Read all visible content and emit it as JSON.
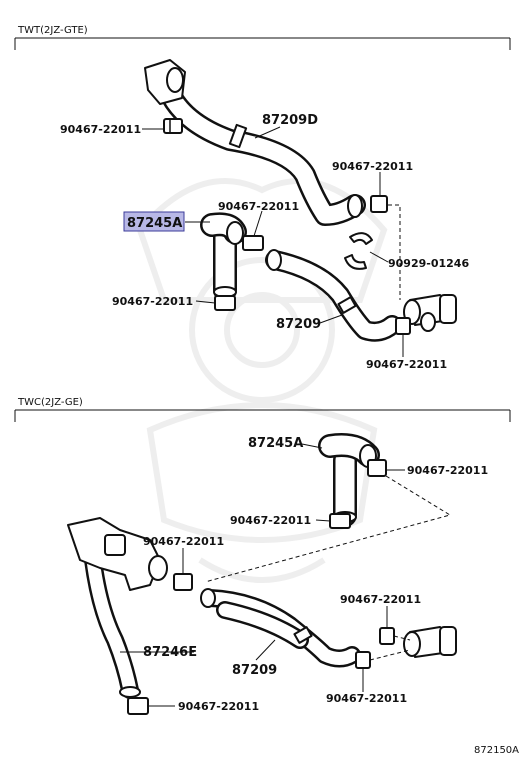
{
  "sections": {
    "top_title": "TWT(2JZ-GTE)",
    "bottom_title": "TWC(2JZ-GE)"
  },
  "labels": {
    "top_87209D": "87209D",
    "top_87245A": "87245A",
    "top_87209": "87209",
    "top_clamp_left": "90467-22011",
    "top_clamp_upper_right": "90467-22011",
    "top_clamp_mid": "90467-22011",
    "top_clamp_lower_left": "90467-22011",
    "top_clamp_lower_right": "90467-22011",
    "top_clip": "90929-01246",
    "bot_87245A": "87245A",
    "bot_87246E": "87246E",
    "bot_87209": "87209",
    "bot_clamp_upper_right": "90467-22011",
    "bot_clamp_mid": "90467-22011",
    "bot_clamp_left": "90467-22011",
    "bot_clamp_right_upper": "90467-22011",
    "bot_clamp_right_lower": "90467-22011",
    "bot_clamp_bottom": "90467-22011",
    "diagram_code": "872150A"
  },
  "colors": {
    "highlight_fill": "#b8b8e6",
    "highlight_stroke": "#3b3b9a",
    "line": "#111111",
    "watermark": "#eeeeee"
  }
}
